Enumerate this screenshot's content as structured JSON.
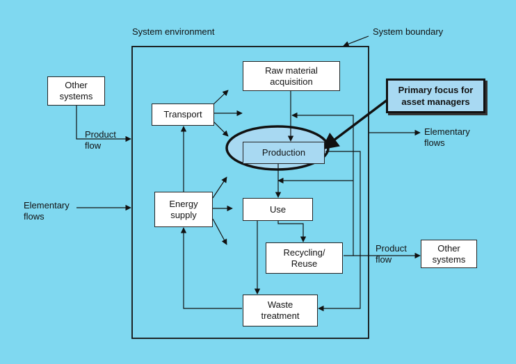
{
  "labels": {
    "system_environment": "System environment",
    "system_boundary": "System boundary",
    "product_flow_in_1": "Product",
    "product_flow_in_2": "flow",
    "elementary_flows_in_1": "Elementary",
    "elementary_flows_in_2": "flows",
    "elementary_flows_out_1": "Elementary",
    "elementary_flows_out_2": "flows",
    "product_flow_out_1": "Product",
    "product_flow_out_2": "flow"
  },
  "boxes": {
    "other_systems_left_1": "Other",
    "other_systems_left_2": "systems",
    "other_systems_right_1": "Other",
    "other_systems_right_2": "systems",
    "raw_material_1": "Raw material",
    "raw_material_2": "acquisition",
    "transport": "Transport",
    "production": "Production",
    "energy_supply_1": "Energy",
    "energy_supply_2": "supply",
    "use": "Use",
    "recycling_1": "Recycling/",
    "recycling_2": "Reuse",
    "waste_1": "Waste",
    "waste_2": "treatment"
  },
  "focus": {
    "line1": "Primary focus for",
    "line2": "asset managers"
  },
  "colors": {
    "background": "#7FD8F0",
    "highlight_fill": "#A8D9F2"
  }
}
